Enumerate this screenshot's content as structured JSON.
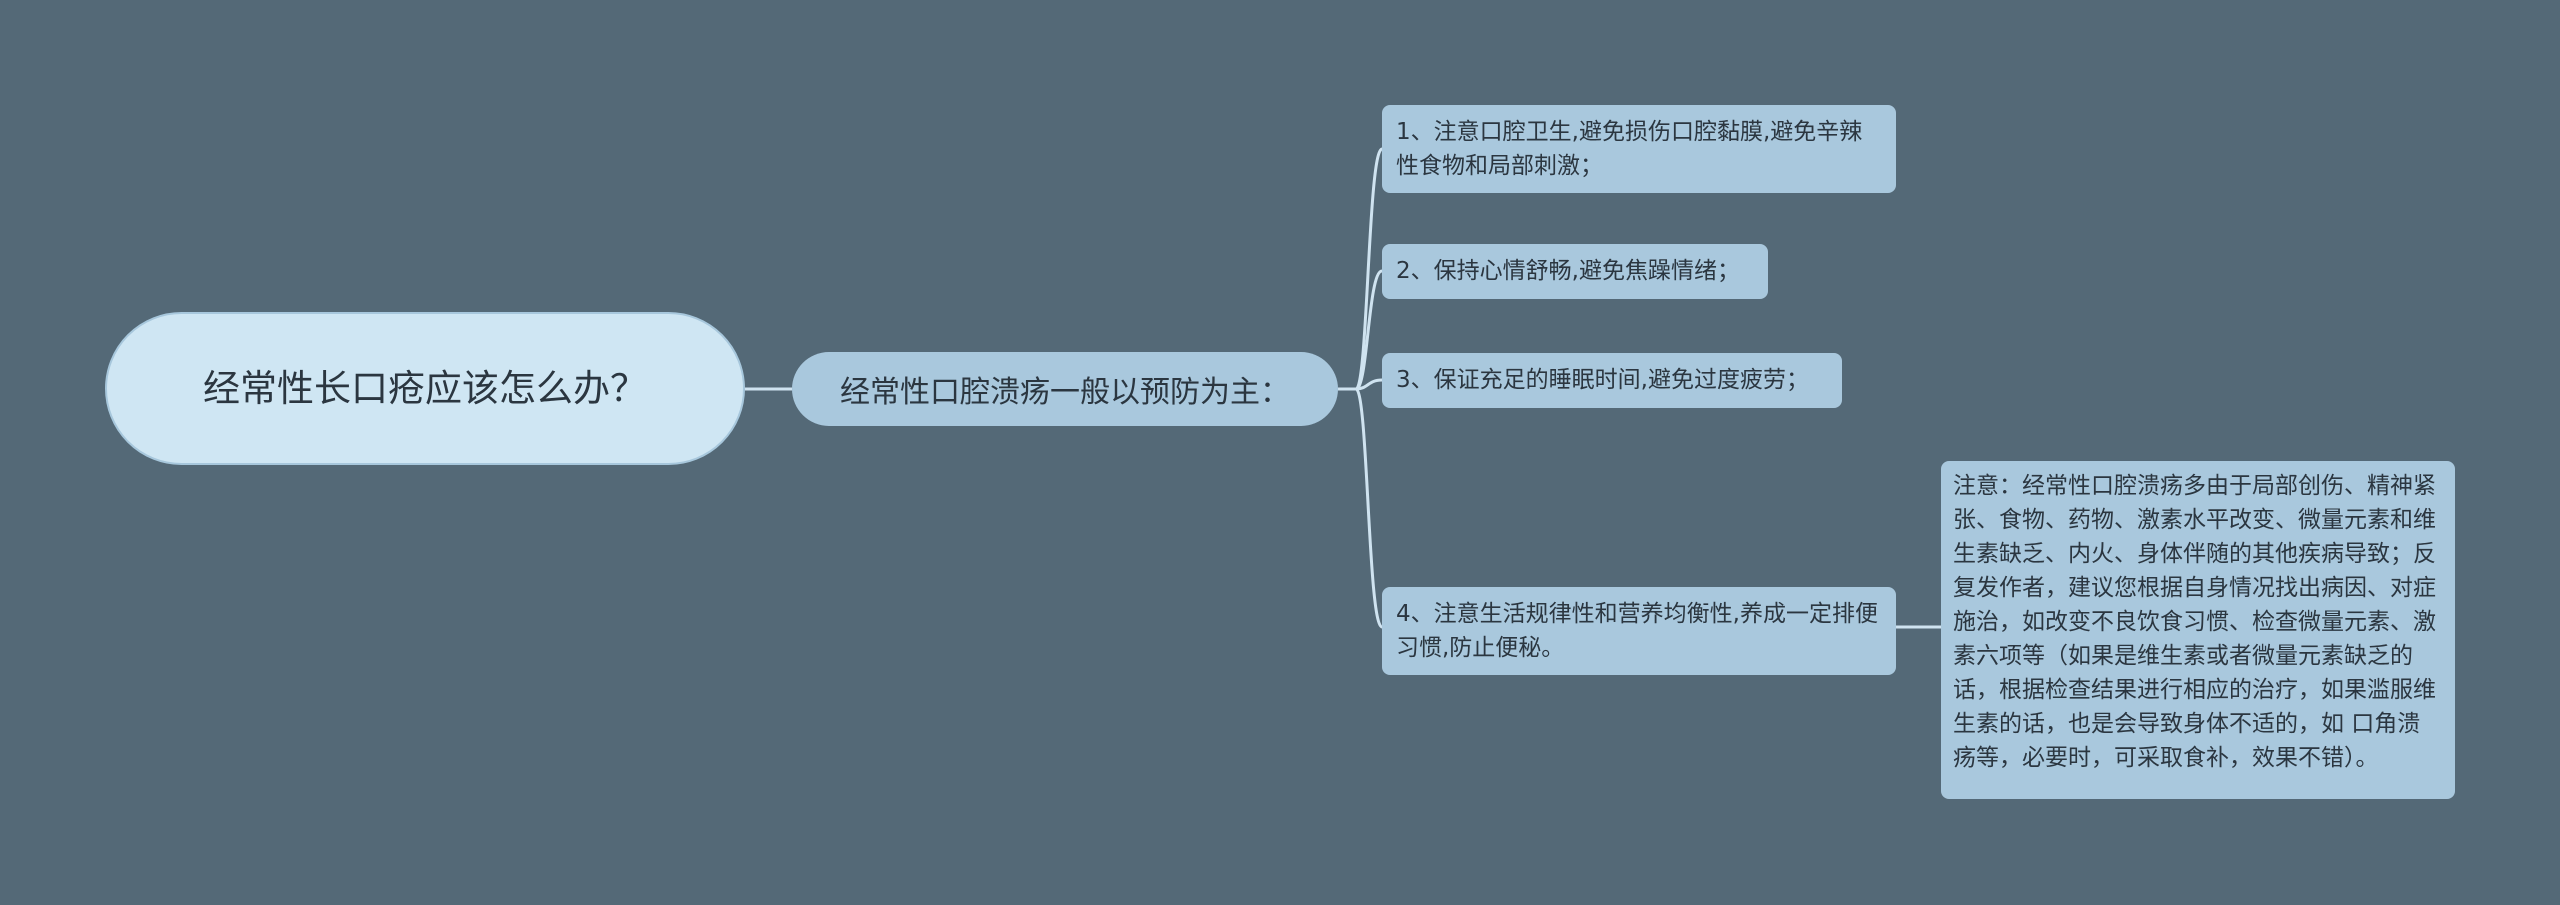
{
  "mindmap": {
    "root": {
      "text": "经常性长口疮应该怎么办？"
    },
    "branch": {
      "text": "经常性口腔溃疡一般以预防为主："
    },
    "items": [
      {
        "text": "1、注意口腔卫生,避免损伤口腔黏膜,避免辛辣性食物和局部刺激；"
      },
      {
        "text": "2、保持心情舒畅,避免焦躁情绪；"
      },
      {
        "text": "3、保证充足的睡眠时间,避免过度疲劳；"
      },
      {
        "text": "4、注意生活规律性和营养均衡性,养成一定排便习惯,防止便秘。"
      }
    ],
    "note": {
      "text": "注意：经常性口腔溃疡多由于局部创伤、精神紧张、食物、药物、激素水平改变、微量元素和维生素缺乏、内火、身体伴随的其他疾病导致；反复发作者，建议您根据自身情况找出病因、对症施治，如改变不良饮食习惯、检查微量元素、激素六项等（如果是维生素或者微量元素缺乏的话，根据检查结果进行相应的治疗，如果滥服维生素的话，也是会导致身体不适的，如 口角溃疡等，必要时，可采取食补，效果不错）。"
    }
  },
  "colors": {
    "background": "#546977",
    "root_fill": "#cfe6f3",
    "node_fill": "#a9c8dd",
    "connector": "#cfe3f0",
    "text": "#2b3640"
  }
}
